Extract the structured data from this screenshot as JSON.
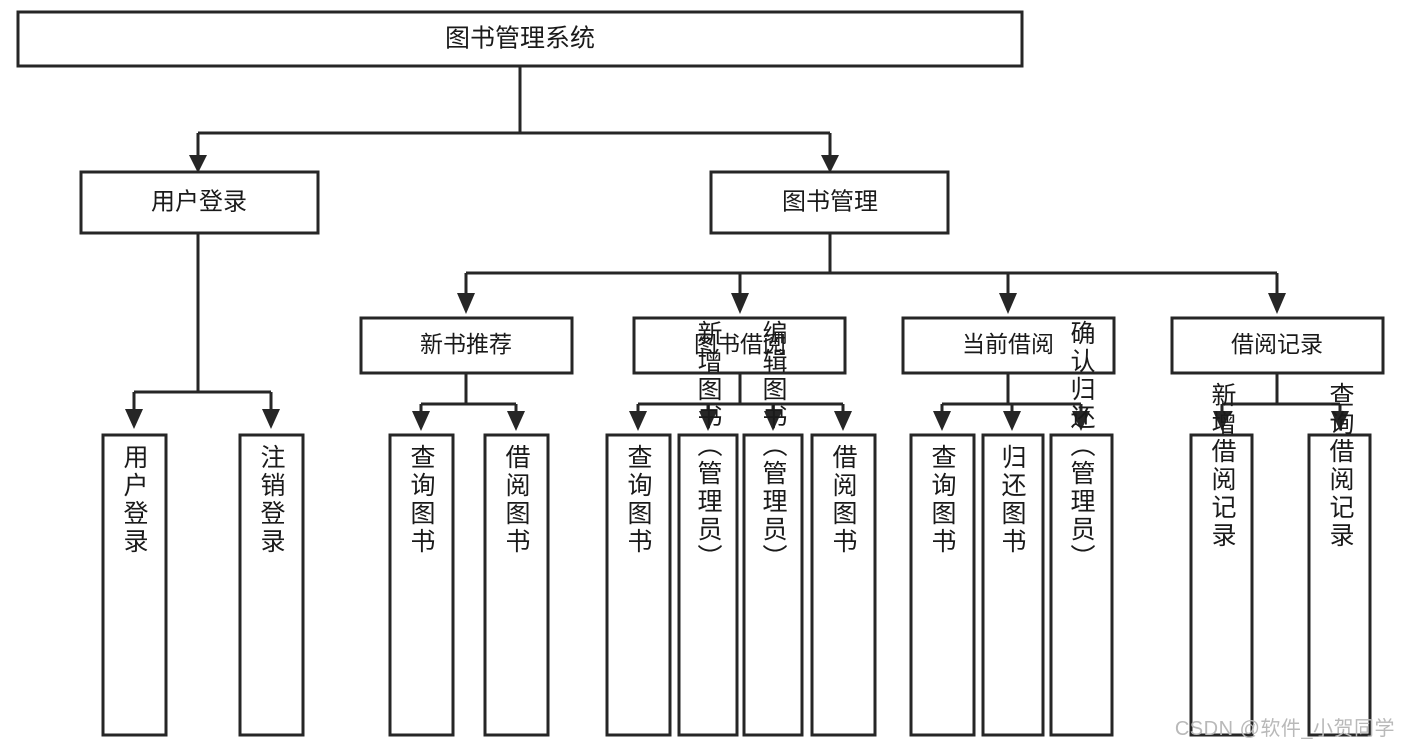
{
  "diagram": {
    "title": "图书管理系统",
    "watermark": "CSDN @软件_小贺同学",
    "colors": {
      "stroke": "#262626",
      "fill": "#ffffff",
      "text": "#1a1a1a",
      "watermark": "#b9b9b9"
    },
    "root": {
      "label": "图书管理系统"
    },
    "level1": [
      {
        "label": "用户登录"
      },
      {
        "label": "图书管理"
      }
    ],
    "level2": [
      {
        "label": "新书推荐"
      },
      {
        "label": "图书借阅"
      },
      {
        "label": "当前借阅"
      },
      {
        "label": "借阅记录"
      }
    ],
    "leaves": {
      "user_login": [
        {
          "label": "用户登录"
        },
        {
          "label": "注销登录"
        }
      ],
      "new_book": [
        {
          "label": "查询图书"
        },
        {
          "label": "借阅图书"
        }
      ],
      "borrow_book": [
        {
          "label": "查询图书"
        },
        {
          "label": "新增图书（管理员）"
        },
        {
          "label": "编辑图书（管理员）"
        },
        {
          "label": "借阅图书"
        }
      ],
      "current_borrow": [
        {
          "label": "查询图书"
        },
        {
          "label": "归还图书"
        },
        {
          "label": "确认归还（管理员）"
        }
      ],
      "borrow_record": [
        {
          "label": "新增借阅记录"
        },
        {
          "label": "查询借阅记录"
        }
      ]
    }
  }
}
